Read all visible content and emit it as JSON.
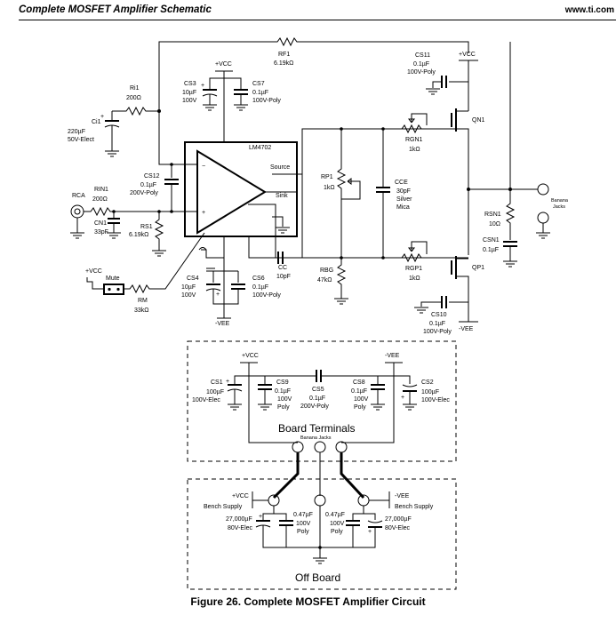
{
  "header": {
    "title": "Complete MOSFET Amplifier Schematic",
    "site": "www.ti.com"
  },
  "caption": "Figure 26. Complete MOSFET Amplifier Circuit",
  "ic": {
    "name": "LM4702",
    "pin_source": "Source",
    "pin_sink": "Sink",
    "minus": "−",
    "plus": "+"
  },
  "rails": {
    "vcc": "+VCC",
    "vee": "-VEE"
  },
  "components": {
    "rf1": {
      "ref": "RF1",
      "value": "6.19kΩ"
    },
    "ri1": {
      "ref": "Ri1",
      "value": "200Ω"
    },
    "ci1": {
      "ref": "Ci1",
      "value1": "220µF",
      "value2": "50V-Elect"
    },
    "cs3": {
      "ref": "CS3",
      "value1": "10µF",
      "value2": "100V"
    },
    "cs7": {
      "ref": "CS7",
      "value1": "0.1µF",
      "value2": "100V-Poly"
    },
    "cs12": {
      "ref": "CS12",
      "value1": "0.1µF",
      "value2": "200V-Poly"
    },
    "rin1": {
      "ref": "RIN1",
      "value": "200Ω"
    },
    "cn1": {
      "ref": "CN1",
      "value": "33pF"
    },
    "rs1": {
      "ref": "RS1",
      "value": "6.19kΩ"
    },
    "rca": {
      "ref": "RCA"
    },
    "mute": {
      "ref": "Mute"
    },
    "rm": {
      "ref": "RM",
      "value": "33kΩ"
    },
    "cs4": {
      "ref": "CS4",
      "value1": "10µF",
      "value2": "100V"
    },
    "cs6": {
      "ref": "CS6",
      "value1": "0.1µF",
      "value2": "100V-Poly"
    },
    "cc": {
      "ref": "CC",
      "value": "10pF"
    },
    "rp1": {
      "ref": "RP1",
      "value": "1kΩ"
    },
    "rbg": {
      "ref": "RBG",
      "value": "47kΩ"
    },
    "cce": {
      "ref": "CCE",
      "value1": "30pF",
      "value2": "Silver",
      "value3": "Mica"
    },
    "rgn1": {
      "ref": "RGN1",
      "value": "1kΩ"
    },
    "rgp1": {
      "ref": "RGP1",
      "value": "1kΩ"
    },
    "cs11": {
      "ref": "CS11",
      "value1": "0.1µF",
      "value2": "100V-Poly"
    },
    "cs10": {
      "ref": "CS10",
      "value1": "0.1µF",
      "value2": "100V-Poly"
    },
    "qn1": {
      "ref": "QN1"
    },
    "qp1": {
      "ref": "QP1"
    },
    "rsn1": {
      "ref": "RSN1",
      "value": "10Ω"
    },
    "csn1": {
      "ref": "CSN1",
      "value": "0.1µF"
    },
    "out_jacks": {
      "label1": "Banana",
      "label2": "Jacks"
    }
  },
  "board": {
    "terminals_label": "Board  Terminals",
    "jacks_label": "Banana  Jacks",
    "cs1": {
      "ref": "CS1",
      "value1": "100µF",
      "value2": "100V-Elec"
    },
    "cs9": {
      "ref": "CS9",
      "value1": "0.1µF",
      "value2": "100V",
      "value3": "Poly"
    },
    "cs5": {
      "ref": "CS5",
      "value1": "0.1µF",
      "value2": "200V-Poly"
    },
    "cs8": {
      "ref": "CS8",
      "value1": "0.1µF",
      "value2": "100V",
      "value3": "Poly"
    },
    "cs2": {
      "ref": "CS2",
      "value1": "100µF",
      "value2": "100V-Elec"
    }
  },
  "offboard": {
    "label": "Off  Board",
    "bench_supply": "Bench  Supply",
    "cap_big": {
      "value1": "27,000µF",
      "value2": "80V-Elec"
    },
    "cap_small": {
      "value1": "0.47µF",
      "value2": "100V",
      "value3": "Poly"
    }
  }
}
